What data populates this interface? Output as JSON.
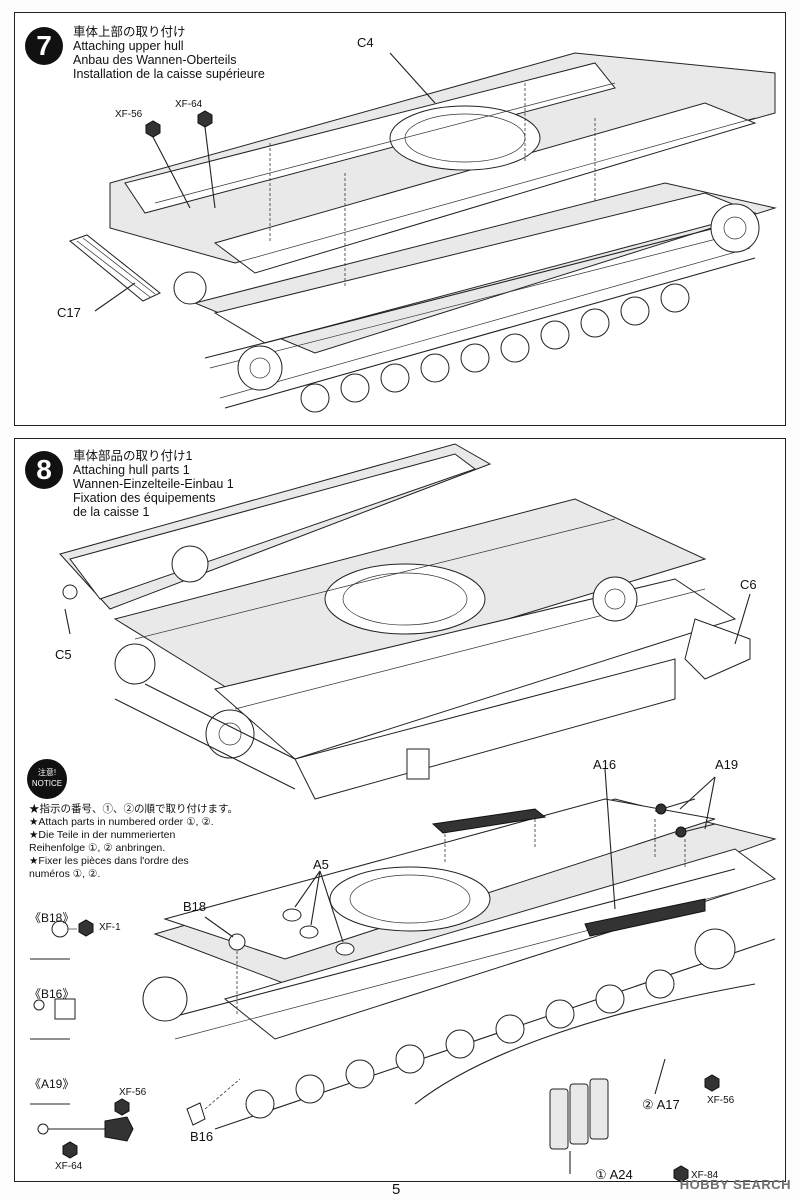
{
  "steps": [
    {
      "number": "7",
      "titles": [
        "車体上部の取り付け",
        "Attaching upper hull",
        "Anbau des Wannen-Oberteils",
        "Installation de la caisse supérieure"
      ],
      "labels": {
        "c4": "C4",
        "c17": "C17",
        "xf56": "XF-56",
        "xf64": "XF-64"
      }
    },
    {
      "number": "8",
      "titles": [
        "車体部品の取り付け1",
        "Attaching hull parts 1",
        "Wannen-Einzelteile-Einbau 1",
        "Fixation des équipements",
        "de la caisse 1"
      ],
      "labels": {
        "c5": "C5",
        "c6": "C6",
        "a16": "A16",
        "a19": "A19",
        "a5": "A5",
        "b18": "B18",
        "b16": "B16",
        "a17": "A17",
        "a24": "A24",
        "xf56": "XF-56",
        "xf84": "XF-84",
        "n1": "①",
        "n2": "②"
      }
    }
  ],
  "notice": {
    "badge_top": "注意!",
    "badge_bottom": "NOTICE",
    "lines": [
      "★指示の番号、①、②の順で取り付けます。",
      "★Attach parts in numbered order ①, ②.",
      "★Die Teile in der nummerierten",
      "Reihenfolge ①, ② anbringen.",
      "★Fixer les pièces dans l'ordre des",
      "numéros ①, ②."
    ]
  },
  "details": [
    {
      "label": "《B18》",
      "paint": "XF-1"
    },
    {
      "label": "《B16》"
    },
    {
      "label": "《A19》",
      "paint_top": "XF-56",
      "paint_bottom": "XF-64"
    }
  ],
  "page_number": "5",
  "watermark": "HOBBY SEARCH",
  "colors": {
    "ink": "#111111",
    "paper": "#ffffff",
    "panel_fill": "#e9e9e9"
  }
}
